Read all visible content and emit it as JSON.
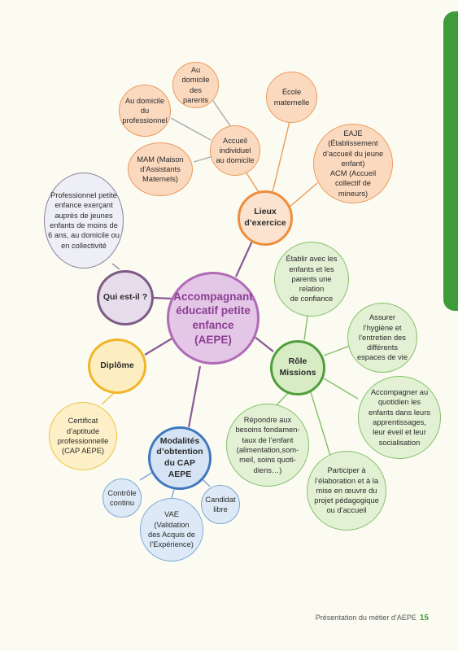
{
  "diagram": {
    "center": {
      "label": "Accompagnant\néducatif petite\nenfance\n(AEPE)"
    },
    "lieux": {
      "label": "Lieux\nd’exercice",
      "accueil": {
        "label": "Accueil\nindividuel\nau domicile"
      },
      "domicile_parents": {
        "label": "Au domicile\ndes parents"
      },
      "domicile_pro": {
        "label": "Au domicile\ndu\nprofessionnel"
      },
      "mam": {
        "label": "MAM (Maison\nd’Assistants\nMaternels)"
      },
      "ecole": {
        "label": "École\nmaternelle"
      },
      "eaje": {
        "label": "EAJE\n(Établissement\nd’accueil du jeune\nenfant)\nACM (Accueil\ncollectif de\nmineurs)"
      }
    },
    "role": {
      "label": "Rôle\nMissions",
      "relation": {
        "label": "Établir avec les\nenfants et les\nparents une relation\nde confiance"
      },
      "hygiene": {
        "label": "Assurer\nl’hygiène et\nl’entretien des\ndifférents\nespaces de vie"
      },
      "accompagner": {
        "label": "Accompagner au\nquotidien les\nenfants dans leurs\napprentissages,\nleur éveil et leur\nsocialisation"
      },
      "participer": {
        "label": "Participer à\nl’élaboration et à la\nmise en œuvre du\nprojet pédagogique\nou d’accueil"
      },
      "besoins": {
        "label": "Répondre aux\nbesoins fondamen-\ntaux de l’enfant\n(alimentation,som-\nmeil, soins quoti-\ndiens…)"
      }
    },
    "modalites": {
      "label": "Modalités\nd’obtention\ndu CAP AEPE",
      "controle": {
        "label": "Contrôle\ncontinu"
      },
      "vae": {
        "label": "VAE\n(Validation\ndes Acquis de\nl’Expérience)"
      },
      "candidat": {
        "label": "Candidat\nlibre"
      }
    },
    "diplome": {
      "label": "Diplôme",
      "certificat": {
        "label": "Certificat\nd’aptitude\nprofessionnelle\n(CAP AEPE)"
      }
    },
    "quiestil": {
      "label": "Qui est-il ?",
      "professionnel": {
        "label": "Professionnel petite\nenfance exerçant\nauprès de jeunes\nenfants de moins de\n6 ans, au domicile ou\nen collectivité"
      }
    }
  },
  "footer": {
    "title": "Présentation du métier d’AEPE",
    "page": "15"
  },
  "colors": {
    "accent_green": "#3f9a3a",
    "center_purple": "#b06bb6",
    "orange": "#ee8d3a",
    "blue": "#3f77bf",
    "yellow": "#f0b628"
  }
}
